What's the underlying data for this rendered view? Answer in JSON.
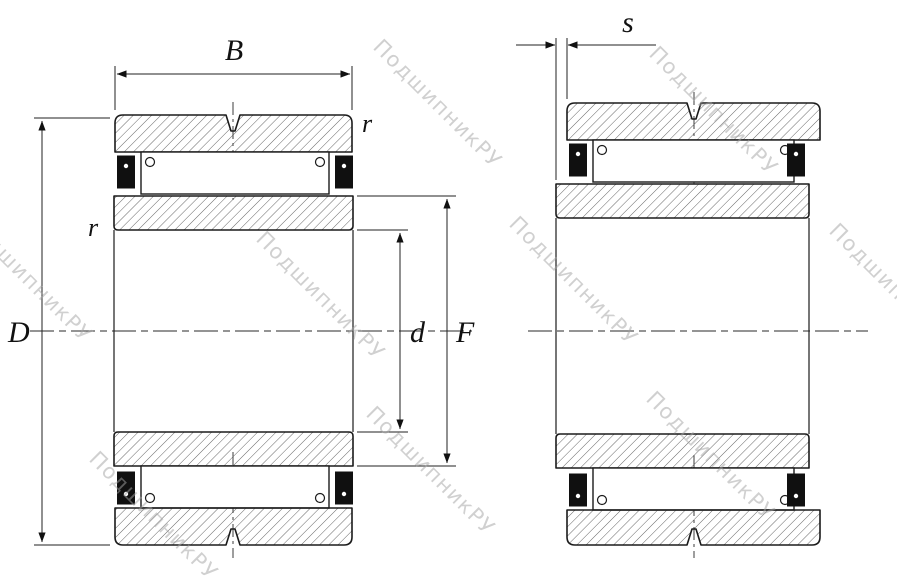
{
  "watermark": {
    "text": "ПодшипникРУ"
  },
  "labels": {
    "width": "B",
    "shift": "s",
    "fillet_outer": "r",
    "fillet_inner": "r",
    "outer_diameter": "D",
    "bore_diameter": "d",
    "raceway_diameter": "F"
  },
  "colors": {
    "line": "#1b1b1b",
    "hatch": "#555555",
    "watermark": "#a3a3a3",
    "background": "#ffffff"
  }
}
